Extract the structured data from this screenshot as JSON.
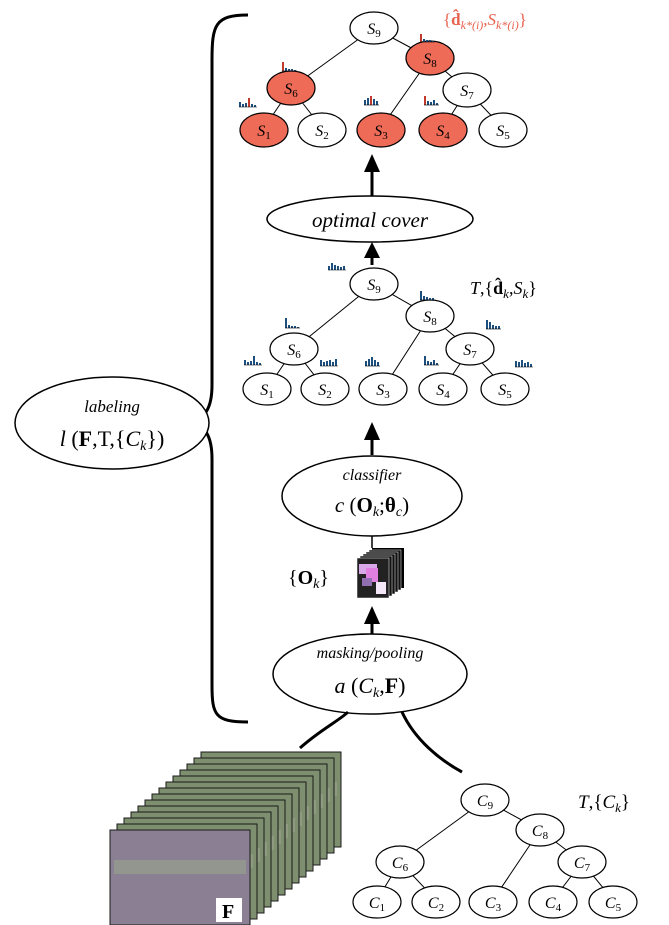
{
  "labeling": {
    "title": "labeling",
    "func": "l",
    "args": "(F,T,{Ck})"
  },
  "optimal_cover": {
    "label": "optimal cover"
  },
  "classifier": {
    "title": "classifier",
    "func": "c",
    "args": "(Ok;θc)"
  },
  "masking": {
    "title": "masking/pooling",
    "func": "a",
    "args": "(Ck,F)"
  },
  "features_label": "F",
  "ok_label": "{Ok}",
  "top_tree": {
    "annotation": "{d̂k*(i),Sk*(i)}",
    "nodes": [
      {
        "id": "S9",
        "sub": "9",
        "selected": false
      },
      {
        "id": "S8",
        "sub": "8",
        "selected": true
      },
      {
        "id": "S7",
        "sub": "7",
        "selected": false
      },
      {
        "id": "S6",
        "sub": "6",
        "selected": true
      },
      {
        "id": "S1",
        "sub": "1",
        "selected": true
      },
      {
        "id": "S2",
        "sub": "2",
        "selected": false
      },
      {
        "id": "S3",
        "sub": "3",
        "selected": true
      },
      {
        "id": "S4",
        "sub": "4",
        "selected": true
      },
      {
        "id": "S5",
        "sub": "5",
        "selected": false
      }
    ]
  },
  "mid_tree": {
    "annotation": "T,{d̂k,Sk}",
    "nodes": [
      {
        "id": "S9",
        "sub": "9"
      },
      {
        "id": "S8",
        "sub": "8"
      },
      {
        "id": "S7",
        "sub": "7"
      },
      {
        "id": "S6",
        "sub": "6"
      },
      {
        "id": "S1",
        "sub": "1"
      },
      {
        "id": "S2",
        "sub": "2"
      },
      {
        "id": "S3",
        "sub": "3"
      },
      {
        "id": "S4",
        "sub": "4"
      },
      {
        "id": "S5",
        "sub": "5"
      }
    ]
  },
  "bottom_tree": {
    "annotation": "T,{Ck}",
    "nodes": [
      {
        "id": "C9",
        "sub": "9"
      },
      {
        "id": "C8",
        "sub": "8"
      },
      {
        "id": "C7",
        "sub": "7"
      },
      {
        "id": "C6",
        "sub": "6"
      },
      {
        "id": "C1",
        "sub": "1"
      },
      {
        "id": "C2",
        "sub": "2"
      },
      {
        "id": "C3",
        "sub": "3"
      },
      {
        "id": "C4",
        "sub": "4"
      },
      {
        "id": "C5",
        "sub": "5"
      }
    ]
  },
  "colors": {
    "selected_fill": "#ee6b57",
    "annotation_red": "#e8624e",
    "hist_blue": "#1c4e7e",
    "hist_red": "#c0392b"
  }
}
